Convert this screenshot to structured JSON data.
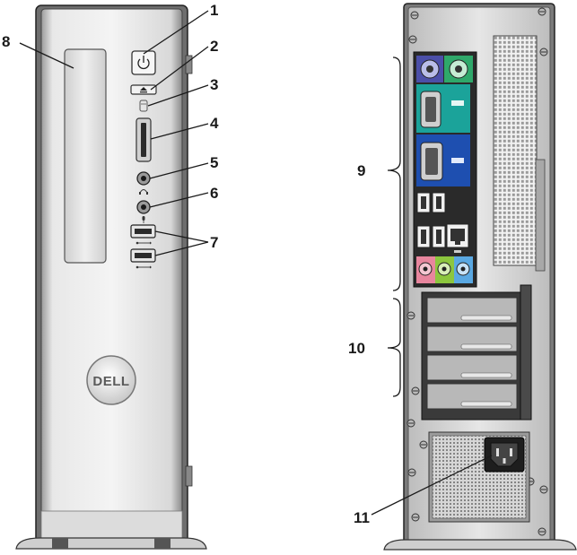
{
  "brand_logo": "DELL",
  "callouts": [
    {
      "id": "1",
      "text": "1"
    },
    {
      "id": "2",
      "text": "2"
    },
    {
      "id": "3",
      "text": "3"
    },
    {
      "id": "4",
      "text": "4"
    },
    {
      "id": "5",
      "text": "5"
    },
    {
      "id": "6",
      "text": "6"
    },
    {
      "id": "7",
      "text": "7"
    },
    {
      "id": "8",
      "text": "8"
    },
    {
      "id": "9",
      "text": "9"
    },
    {
      "id": "10",
      "text": "10"
    },
    {
      "id": "11",
      "text": "11"
    }
  ],
  "icons": [
    "power-icon",
    "eject-icon",
    "drive-activity-icon",
    "headphone-icon",
    "microphone-icon",
    "usb-icon",
    "network-icon"
  ]
}
